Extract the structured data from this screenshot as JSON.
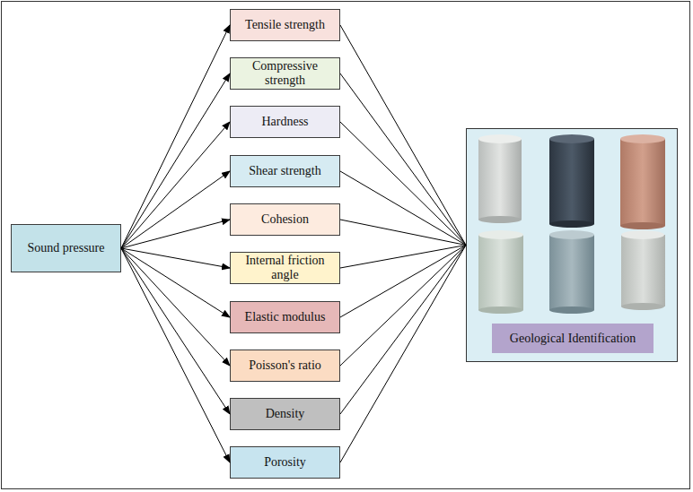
{
  "diagram": {
    "nodes": [
      {
        "text": [
          "Sound pressure"
        ]
      },
      {
        "text": [
          "Tensile strength"
        ]
      },
      {
        "text": [
          "Compressive strength"
        ]
      },
      {
        "text": [
          "Hardness"
        ]
      },
      {
        "text": [
          "Shear strength"
        ]
      },
      {
        "text": [
          "Cohesion"
        ]
      },
      {
        "text": [
          "Internal friction angle"
        ]
      },
      {
        "text": [
          "Elastic modulus"
        ]
      },
      {
        "text": [
          "Poisson's ratio"
        ]
      },
      {
        "text": [
          "Density"
        ]
      },
      {
        "text": [
          "Porosity"
        ]
      },
      {
        "text": [
          "Geological Identification"
        ]
      }
    ],
    "edges": [
      {
        "from": 0,
        "to": 1,
        "arrow": "to"
      },
      {
        "from": 0,
        "to": 2,
        "arrow": "to"
      },
      {
        "from": 0,
        "to": 3,
        "arrow": "to"
      },
      {
        "from": 0,
        "to": 4,
        "arrow": "to"
      },
      {
        "from": 0,
        "to": 5,
        "arrow": "to"
      },
      {
        "from": 0,
        "to": 6,
        "arrow": "to"
      },
      {
        "from": 0,
        "to": 7,
        "arrow": "to"
      },
      {
        "from": 0,
        "to": 8,
        "arrow": "to"
      },
      {
        "from": 0,
        "to": 9,
        "arrow": "to"
      },
      {
        "from": 0,
        "to": 10,
        "arrow": "to"
      },
      {
        "from": 1,
        "to": 11,
        "arrow": "none"
      },
      {
        "from": 2,
        "to": 11,
        "arrow": "none"
      },
      {
        "from": 3,
        "to": 11,
        "arrow": "none"
      },
      {
        "from": 4,
        "to": 11,
        "arrow": "none"
      },
      {
        "from": 5,
        "to": 11,
        "arrow": "none"
      },
      {
        "from": 6,
        "to": 11,
        "arrow": "none"
      },
      {
        "from": 7,
        "to": 11,
        "arrow": "none"
      },
      {
        "from": 8,
        "to": 11,
        "arrow": "none"
      },
      {
        "from": 9,
        "to": 11,
        "arrow": "none"
      },
      {
        "from": 10,
        "to": 11,
        "arrow": "none"
      }
    ]
  }
}
